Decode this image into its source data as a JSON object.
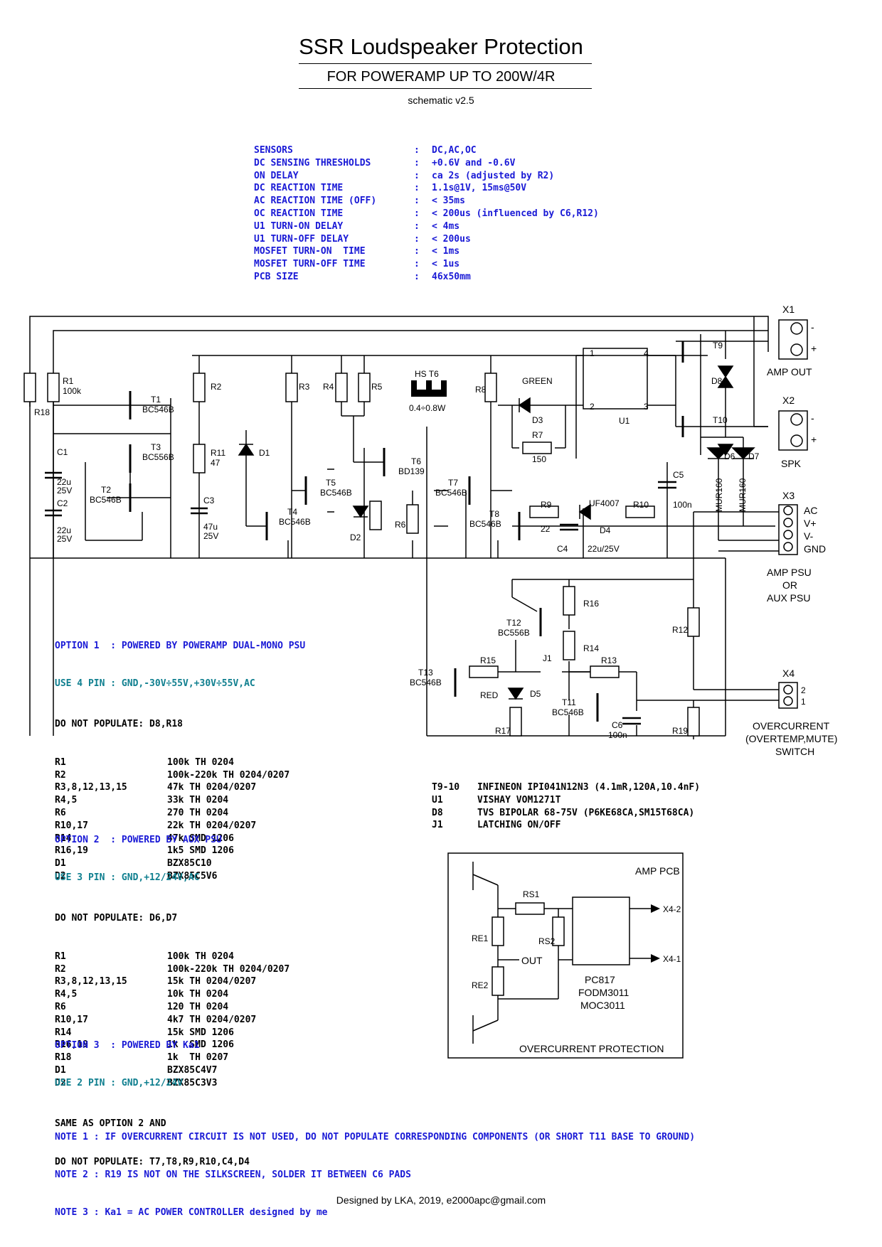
{
  "header": {
    "title": "SSR Loudspeaker Protection",
    "subtitle": "FOR POWERAMP UP TO 200W/4R",
    "version": "schematic v2.5"
  },
  "specs": [
    {
      "key": "SENSORS",
      "value": "DC,AC,OC"
    },
    {
      "key": "DC SENSING THRESHOLDS",
      "value": "+0.6V and -0.6V"
    },
    {
      "key": "ON DELAY",
      "value": "ca 2s (adjusted by R2)"
    },
    {
      "key": "DC REACTION TIME",
      "value": "1.1s@1V, 15ms@50V"
    },
    {
      "key": "AC REACTION TIME (OFF)",
      "value": "< 35ms"
    },
    {
      "key": "OC REACTION TIME",
      "value": "< 200us (influenced by C6,R12)"
    },
    {
      "key": "U1 TURN-ON DELAY",
      "value": "< 4ms"
    },
    {
      "key": "U1 TURN-OFF DELAY",
      "value": "< 200us"
    },
    {
      "key": "MOSFET TURN-ON  TIME",
      "value": "< 1ms"
    },
    {
      "key": "MOSFET TURN-OFF TIME",
      "value": "< 1us"
    },
    {
      "key": "PCB SIZE",
      "value": "46x50mm"
    }
  ],
  "option1": {
    "title": "OPTION 1  : POWERED BY POWERAMP DUAL-MONO PSU",
    "use": "USE 4 PIN : GND,-30V÷55V,+30V÷55V,AC",
    "dnp": "DO NOT POPULATE: D8,R18",
    "bom": [
      {
        "ref": "R1",
        "val": "100k TH 0204"
      },
      {
        "ref": "R2",
        "val": "100k-220k TH 0204/0207"
      },
      {
        "ref": "R3,8,12,13,15",
        "val": "47k TH 0204/0207"
      },
      {
        "ref": "R4,5",
        "val": "33k TH 0204"
      },
      {
        "ref": "R6",
        "val": "270 TH 0204"
      },
      {
        "ref": "R10,17",
        "val": "22k TH 0204/0207"
      },
      {
        "ref": "R14",
        "val": "47k SMD 1206"
      },
      {
        "ref": "R16,19",
        "val": "1k5 SMD 1206"
      },
      {
        "ref": "D1",
        "val": "BZX85C10"
      },
      {
        "ref": "D2",
        "val": "BZX85C5V6"
      }
    ]
  },
  "option2": {
    "title": "OPTION 2  : POWERED BY AUX PSU",
    "use": "USE 3 PIN : GND,+12/24V,AC",
    "dnp": "DO NOT POPULATE: D6,D7",
    "bom": [
      {
        "ref": "R1",
        "val": "100k TH 0204"
      },
      {
        "ref": "R2",
        "val": "100k-220k TH 0204/0207"
      },
      {
        "ref": "R3,8,12,13,15",
        "val": "15k TH 0204/0207"
      },
      {
        "ref": "R4,5",
        "val": "10k TH 0204"
      },
      {
        "ref": "R6",
        "val": "120 TH 0204"
      },
      {
        "ref": "R10,17",
        "val": "4k7 TH 0204/0207"
      },
      {
        "ref": "R14",
        "val": "15k SMD 1206"
      },
      {
        "ref": "R16,19",
        "val": "1k  SMD 1206"
      },
      {
        "ref": "R18",
        "val": "1k  TH 0207"
      },
      {
        "ref": "D1",
        "val": "BZX85C4V7"
      },
      {
        "ref": "D2",
        "val": "BZX85C3V3"
      }
    ]
  },
  "option3": {
    "title": "OPTION 3  : POWERED BY Ka1",
    "use": "USE 2 PIN : GND,+12/24V",
    "line1": "SAME AS OPTION 2 AND",
    "line2": "DO NOT POPULATE: T7,T8,R9,R10,C4,D4"
  },
  "parts": [
    {
      "ref": "T9-10",
      "val": "INFINEON IPI041N12N3 (4.1mR,120A,10.4nF)"
    },
    {
      "ref": "U1",
      "val": "VISHAY VOM1271T"
    },
    {
      "ref": "D8",
      "val": "TVS BIPOLAR 68-75V (P6KE68CA,SM15T68CA)"
    },
    {
      "ref": "J1",
      "val": "LATCHING ON/OFF"
    }
  ],
  "notes": [
    "NOTE 1 : IF OVERCURRENT CIRCUIT IS NOT USED, DO NOT POPULATE CORRESPONDING COMPONENTS (OR SHORT T11 BASE TO GROUND)",
    "NOTE 2 : R19 IS NOT ON THE SILKSCREEN, SOLDER IT BETWEEN C6 PADS",
    "NOTE 3 : Ka1 = AC POWER CONTROLLER designed by me"
  ],
  "footer": "Designed by LKA, 2019, e2000apc@gmail.com",
  "labels": {
    "r18": "R18",
    "r1": "R1",
    "r1v": "100k",
    "c1": "C1",
    "c1v1": "22u",
    "c1v2": "25V",
    "c2": "C2",
    "c2v1": "22u",
    "c2v2": "25V",
    "t1": "T1",
    "t1v": "BC546B",
    "t3": "T3",
    "t3v": "BC556B",
    "t2": "T2",
    "t2v": "BC546B",
    "r2": "R2",
    "r11": "R11",
    "r11v": "47",
    "c3": "C3",
    "c3v1": "47u",
    "c3v2": "25V",
    "d1": "D1",
    "r3": "R3",
    "r4": "R4",
    "r5": "R5",
    "t4": "T4",
    "t4v": "BC546B",
    "t5": "T5",
    "t5v": "BC546B",
    "d2": "D2",
    "hs": "HS T6",
    "hsv": "0.4÷0.8W",
    "t6": "T6",
    "t6v": "BD139",
    "r6": "R6",
    "r8": "R8",
    "t7": "T7",
    "t7v": "BC546B",
    "t8": "T8",
    "t8v": "BC546B",
    "green": "GREEN",
    "d3": "D3",
    "r7": "R7",
    "r7v": "150",
    "r9": "R9",
    "r9v": "22",
    "c4": "C4",
    "c4v": "22u/25V",
    "uf": "UF4007",
    "d4": "D4",
    "r10": "R10",
    "c5": "C5",
    "c5v": "100n",
    "u1": "U1",
    "pin1": "1",
    "pin2": "2",
    "pin3": "3",
    "pin4": "4",
    "t9": "T9",
    "t10": "T10",
    "d8": "D8",
    "d6": "D6",
    "d7": "D7",
    "mur1": "MUR160",
    "mur2": "MUR160",
    "x1": "X1",
    "ampout": "AMP OUT",
    "x2": "X2",
    "spk": "SPK",
    "minus1": "-",
    "plus1": "+",
    "minus2": "-",
    "plus2": "+",
    "x3": "X3",
    "ac": "AC",
    "vp": "V+",
    "vm": "V-",
    "gnd": "GND",
    "psu1": "AMP PSU",
    "psu2": "OR",
    "psu3": "AUX PSU",
    "r16": "R16",
    "t12": "T12",
    "t12v": "BC556B",
    "r14": "R14",
    "r12": "R12",
    "t13": "T13",
    "t13v": "BC546B",
    "r15": "R15",
    "j1": "J1",
    "r13": "R13",
    "red": "RED",
    "d5": "D5",
    "t11": "T11",
    "t11v": "BC546B",
    "c6": "C6",
    "c6v": "100n",
    "r17": "R17",
    "r19": "R19",
    "x4": "X4",
    "x4p2": "2",
    "x4p1": "1",
    "oc1": "OVERCURRENT",
    "oc2": "(OVERTEMP,MUTE)",
    "oc3": "SWITCH",
    "amppcb": "AMP PCB",
    "rs1": "RS1",
    "rs2": "RS2",
    "re1": "RE1",
    "re2": "RE2",
    "out": "OUT",
    "x42": "X4-2",
    "x41": "X4-1",
    "pc1": "PC817",
    "pc2": "FODM3011",
    "pc3": "MOC3011",
    "ocp": "OVERCURRENT PROTECTION"
  }
}
